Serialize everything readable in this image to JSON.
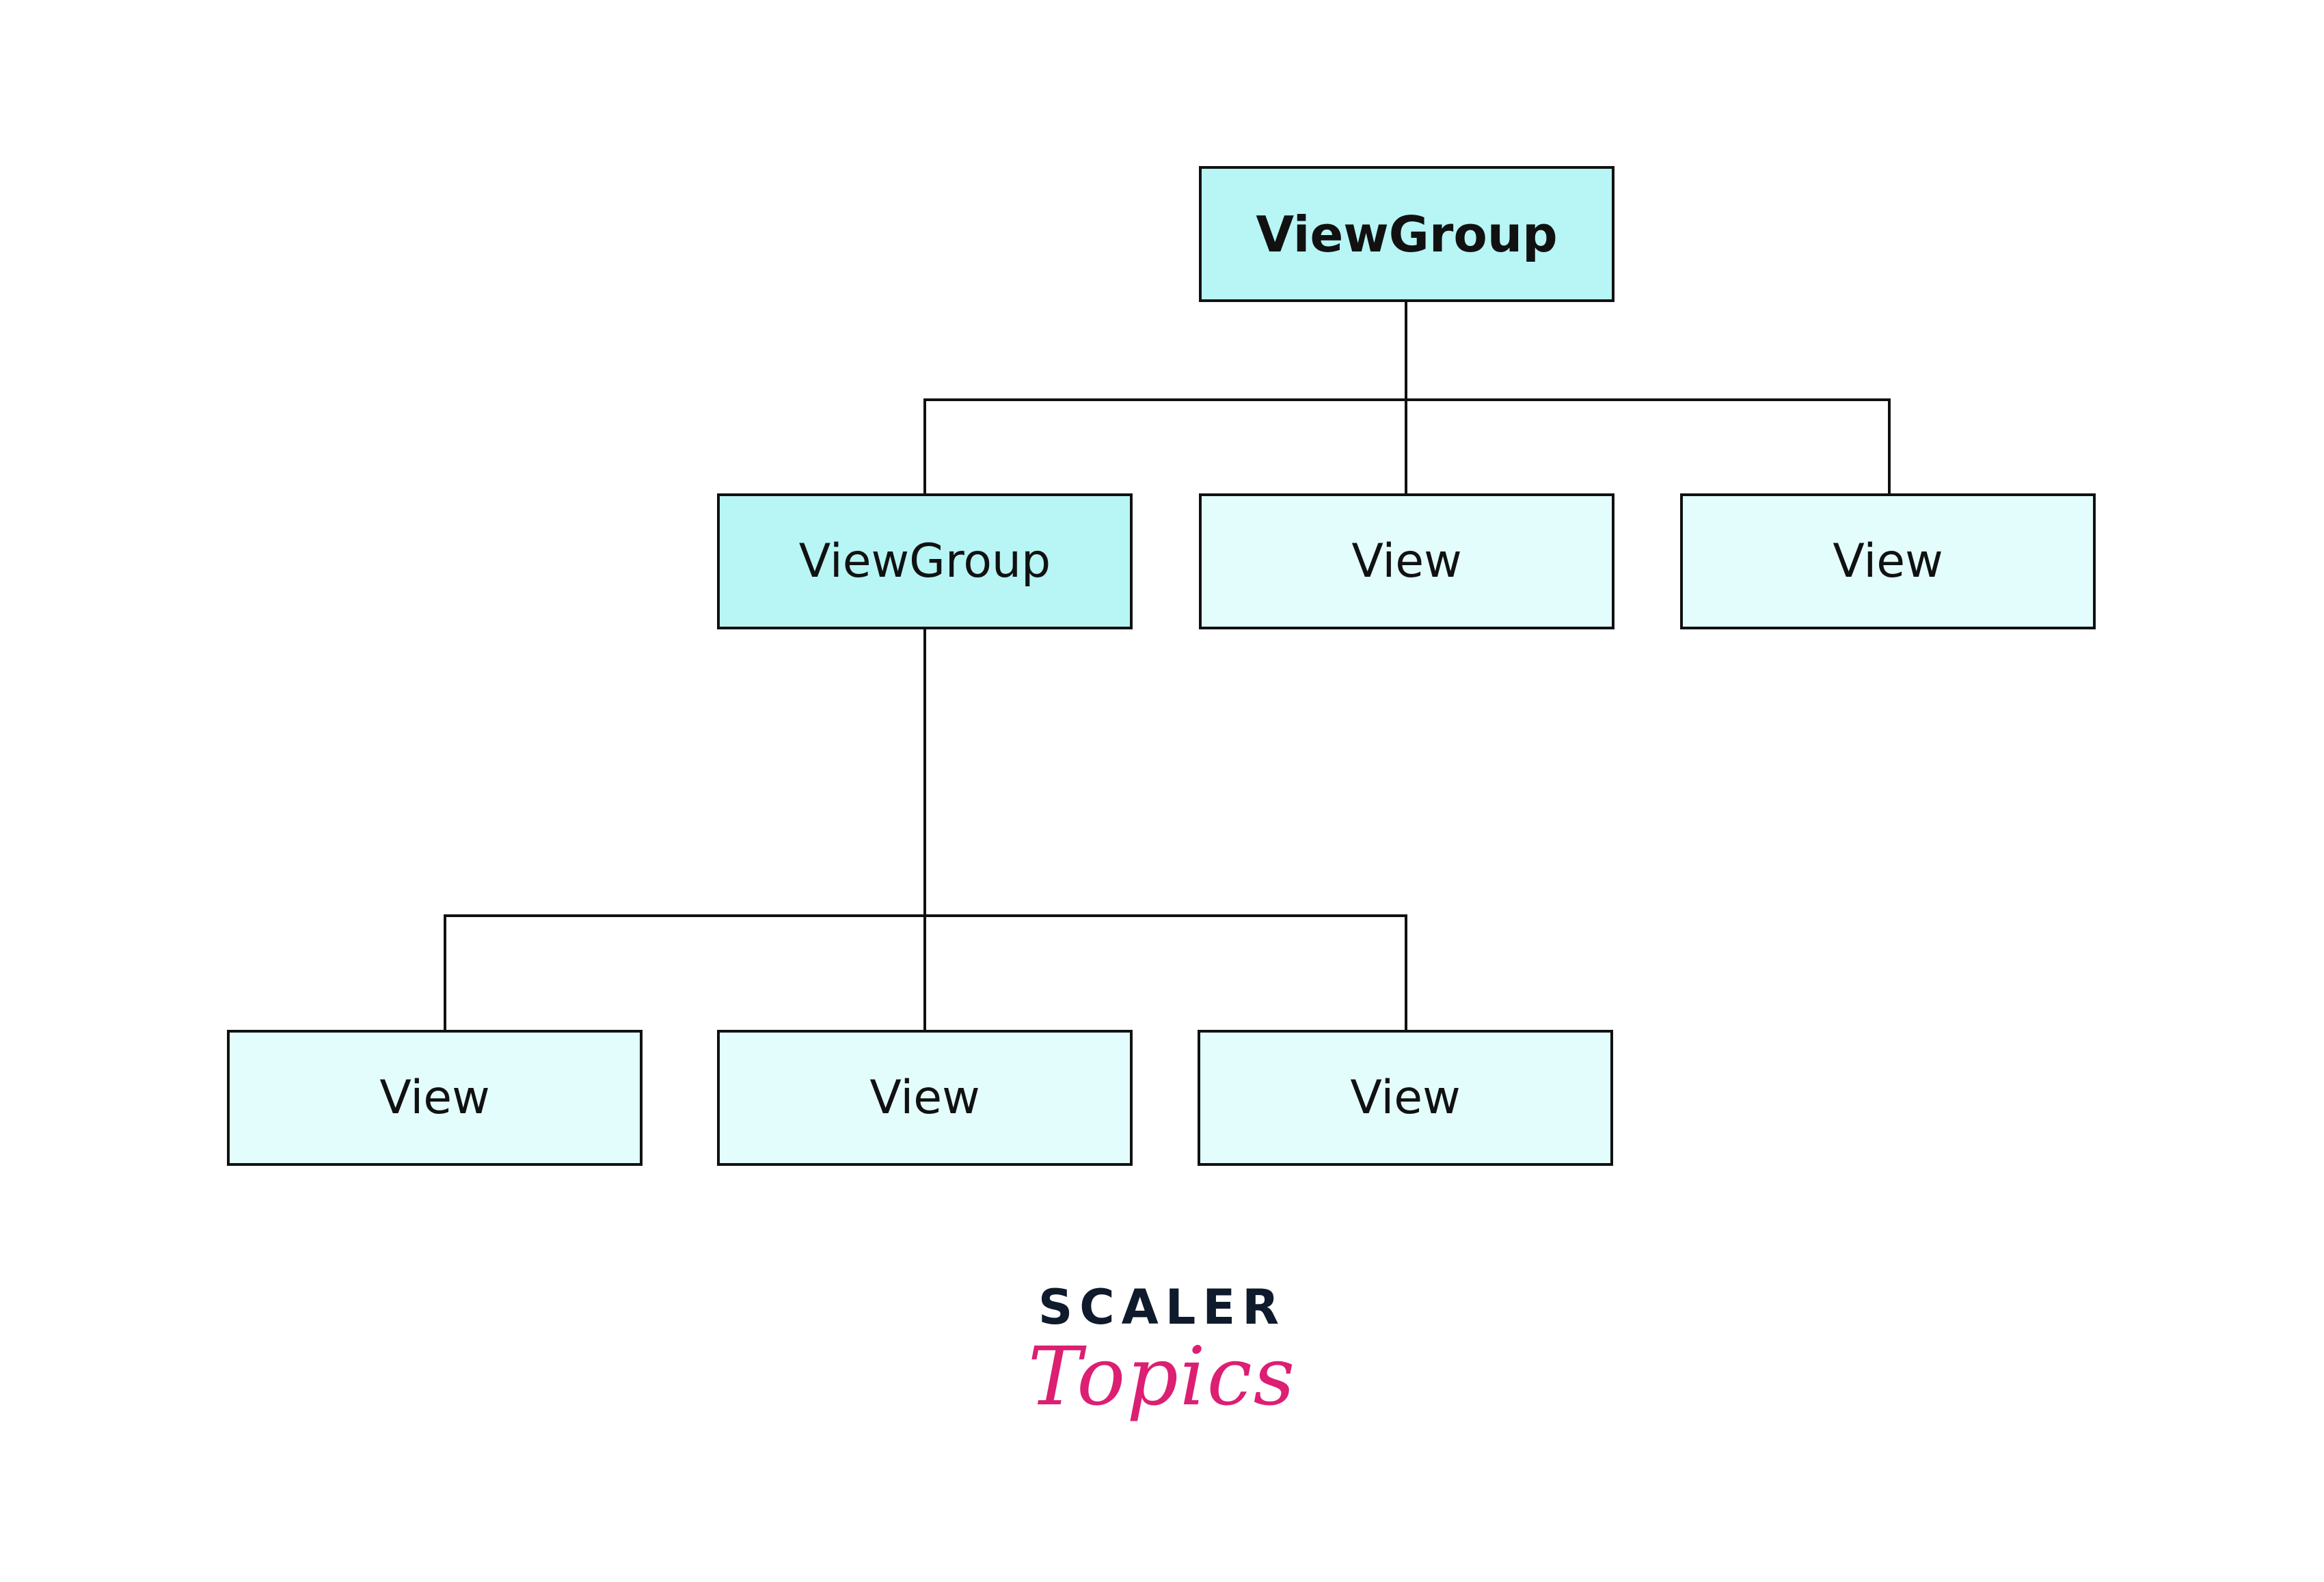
{
  "diagram": {
    "root": {
      "label": "ViewGroup",
      "kind": "group"
    },
    "level1": [
      {
        "label": "ViewGroup",
        "kind": "group"
      },
      {
        "label": "View",
        "kind": "leaf"
      },
      {
        "label": "View",
        "kind": "leaf"
      }
    ],
    "level2": [
      {
        "label": "View",
        "kind": "leaf"
      },
      {
        "label": "View",
        "kind": "leaf"
      },
      {
        "label": "View",
        "kind": "leaf"
      }
    ],
    "edges": [
      {
        "from": "root",
        "to": "level1.0"
      },
      {
        "from": "root",
        "to": "level1.1"
      },
      {
        "from": "root",
        "to": "level1.2"
      },
      {
        "from": "level1.0",
        "to": "level2.0"
      },
      {
        "from": "level1.0",
        "to": "level2.1"
      },
      {
        "from": "level1.0",
        "to": "level2.2"
      }
    ],
    "colors": {
      "group_fill": "#b8f5f5",
      "leaf_fill": "#e3fdfd",
      "border": "#111111"
    }
  },
  "logo": {
    "line1": "SCALER",
    "line2": "Topics",
    "colors": {
      "scaler": "#0f1a2c",
      "topics": "#dc1f72"
    }
  }
}
